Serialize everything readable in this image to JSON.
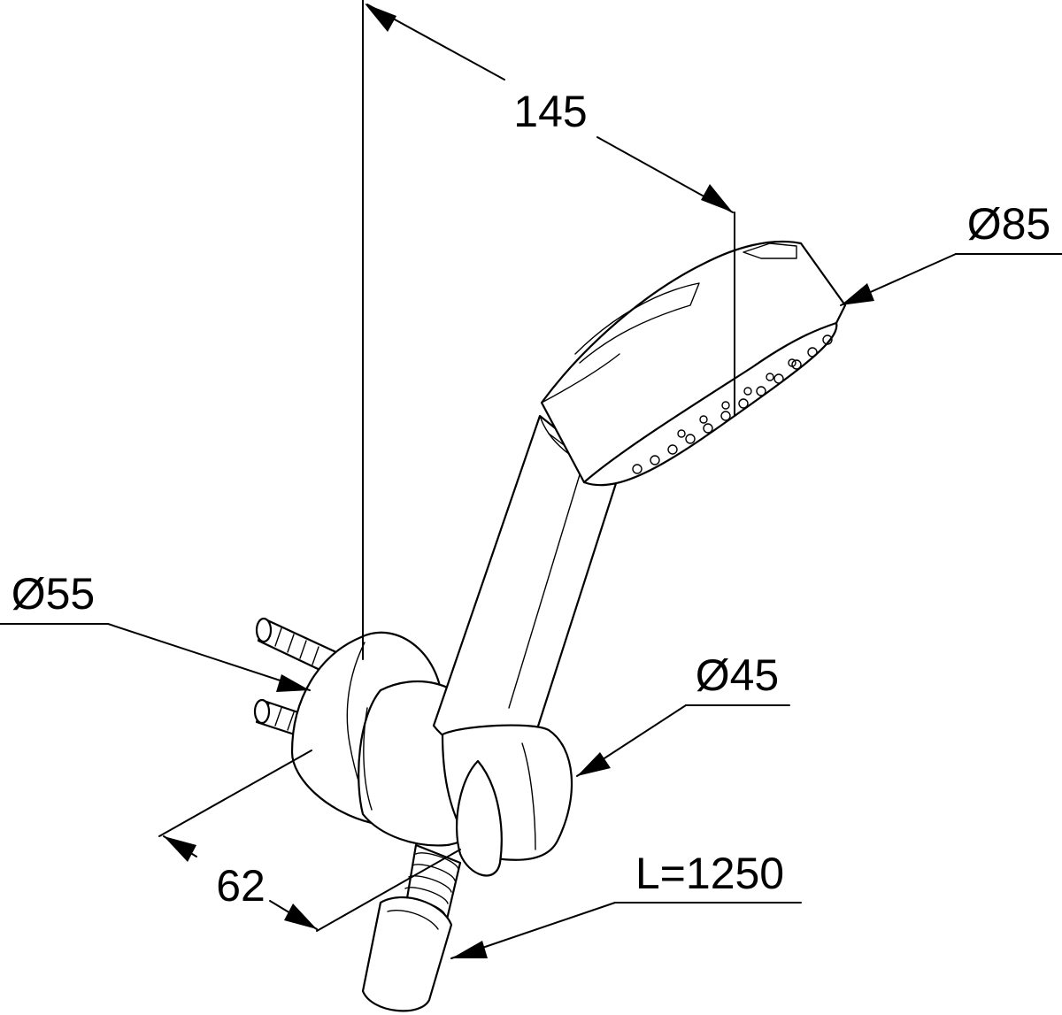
{
  "dimensions": {
    "total_length": "145",
    "head_diameter": "Ø85",
    "bracket_diameter": "Ø55",
    "holder_diameter": "Ø45",
    "bracket_depth": "62",
    "hose_length": "L=1250"
  },
  "colors": {
    "line": "#000000",
    "background": "#ffffff"
  }
}
